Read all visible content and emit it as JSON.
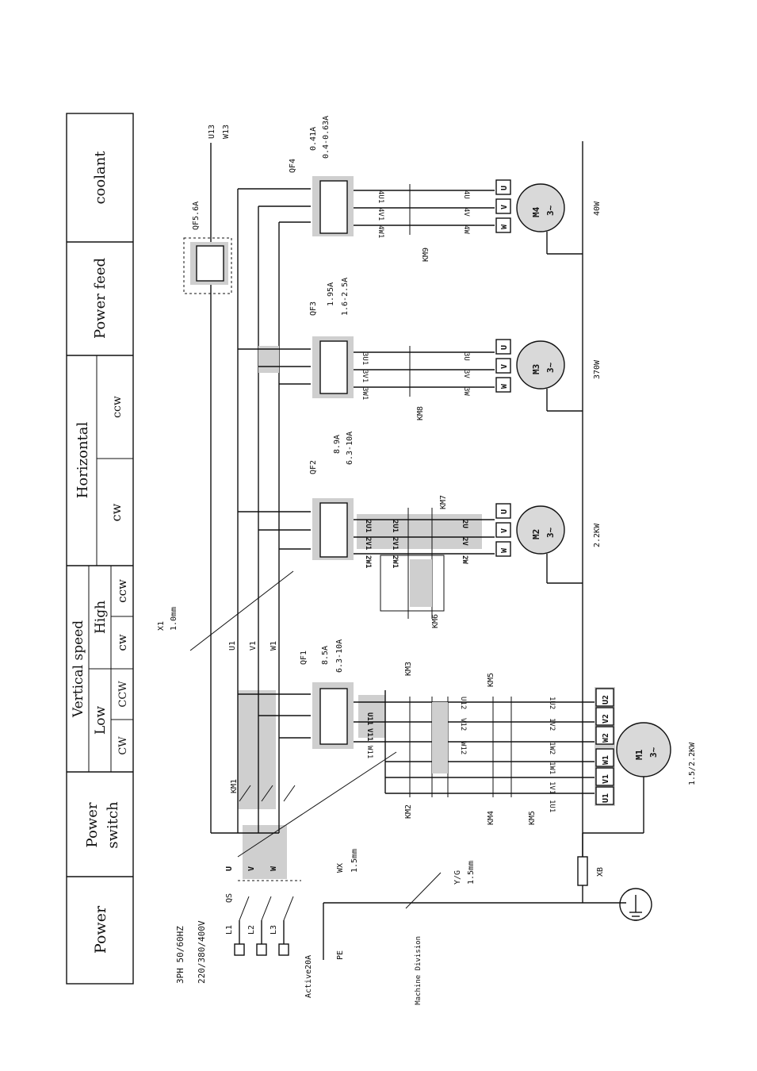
{
  "header": {
    "power": "Power",
    "power_switch": [
      "Power",
      "switch"
    ],
    "vertical_speed": "Vertical  speed",
    "low": "Low",
    "high": "High",
    "cw": "CW",
    "ccw": "CCW",
    "cw_lower": "cw",
    "ccw_lower": "ccw",
    "horizontal": "Horizontal",
    "power_feed": "Power  feed",
    "coolant": "coolant"
  },
  "supply": {
    "phase": "3PH  50/60HZ",
    "voltage": "220/380/400V",
    "fuse": "Active20A",
    "pe": "PE",
    "lines": [
      "L1",
      "L2",
      "L3"
    ],
    "qs": "QS",
    "switch_terms": [
      "U",
      "V",
      "W"
    ],
    "km1": "KM1"
  },
  "bus": {
    "labels": [
      "U1",
      "V1",
      "W1"
    ],
    "top_labels": [
      "U13",
      "W13"
    ],
    "cable_a": [
      "X1",
      "1.0mm"
    ],
    "cable_b": [
      "WX",
      "1.5mm"
    ],
    "cable_c": [
      "Y/G",
      "1.5mm"
    ],
    "xb": "XB",
    "machine_division": "Machine  Division"
  },
  "breakers": {
    "qf1": {
      "name": "QF1",
      "rating": "8.5A",
      "range": "6.3-10A"
    },
    "qf2": {
      "name": "QF2",
      "rating": "8.9A",
      "range": "6.3-10A"
    },
    "qf3": {
      "name": "QF3",
      "rating": "1.95A",
      "range": "1.6-2.5A"
    },
    "qf4": {
      "name": "QF4",
      "rating": "0.41A",
      "range": "0.4-0.63A"
    },
    "qf5": {
      "name": "QF5.6A"
    }
  },
  "contactors": {
    "km2": "KM2",
    "km3": "KM3",
    "km4": "KM4",
    "km5a": "KM5",
    "km5b": "KM5",
    "km6": "KM6",
    "km7": "KM7",
    "km8": "KM8",
    "km9": "KM9"
  },
  "motors": {
    "m1": {
      "name": "M1",
      "phase": "3~",
      "power": "1.5/2.2KW",
      "terms": [
        "U1",
        "V1",
        "W1",
        "W2",
        "V2",
        "U2"
      ]
    },
    "m2": {
      "name": "M2",
      "phase": "3~",
      "power": "2.2KW",
      "terms": [
        "W",
        "V",
        "U"
      ]
    },
    "m3": {
      "name": "M3",
      "phase": "3~",
      "power": "370W",
      "terms": [
        "W",
        "V",
        "U"
      ]
    },
    "m4": {
      "name": "M4",
      "phase": "3~",
      "power": "40W",
      "terms": [
        "W",
        "V",
        "U"
      ]
    }
  },
  "wire_labels": {
    "m1": [
      "1U1",
      "1V1",
      "1W1",
      "1U2",
      "1V2",
      "1W2",
      "U11",
      "V11",
      "W11",
      "U12",
      "V12",
      "W12"
    ],
    "m2": [
      "2U1",
      "2V1",
      "2W1",
      "2U",
      "2V",
      "2W"
    ],
    "m3": [
      "3U1",
      "3V1",
      "3W1",
      "3U",
      "3V",
      "3W"
    ],
    "m4": [
      "4U1",
      "4V1",
      "4W1",
      "4U",
      "4V",
      "4W"
    ]
  }
}
